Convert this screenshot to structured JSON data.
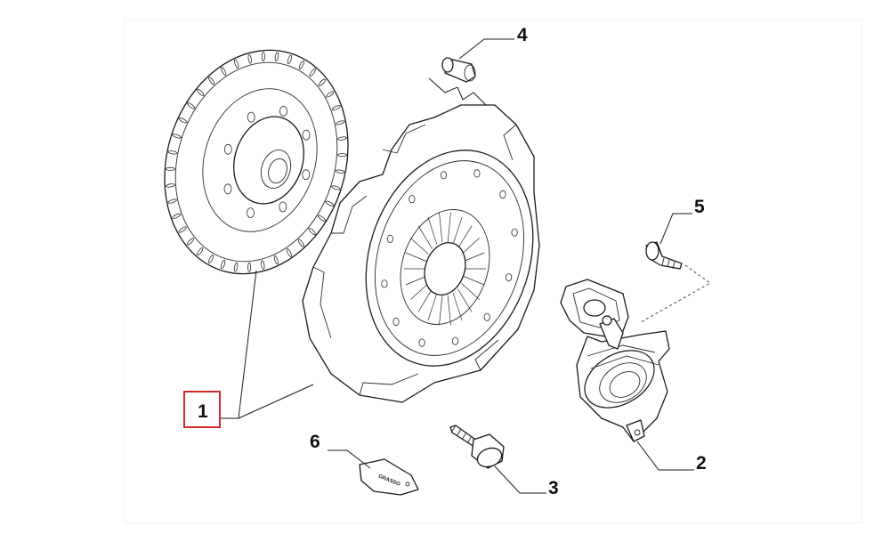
{
  "callouts": [
    {
      "id": "1",
      "text": "1"
    },
    {
      "id": "2",
      "text": "2"
    },
    {
      "id": "3",
      "text": "3"
    },
    {
      "id": "4",
      "text": "4"
    },
    {
      "id": "5",
      "text": "5"
    },
    {
      "id": "6",
      "text": "6"
    }
  ],
  "grease_pack_text": "GRASSO",
  "highlight_color": "#d42a2a"
}
